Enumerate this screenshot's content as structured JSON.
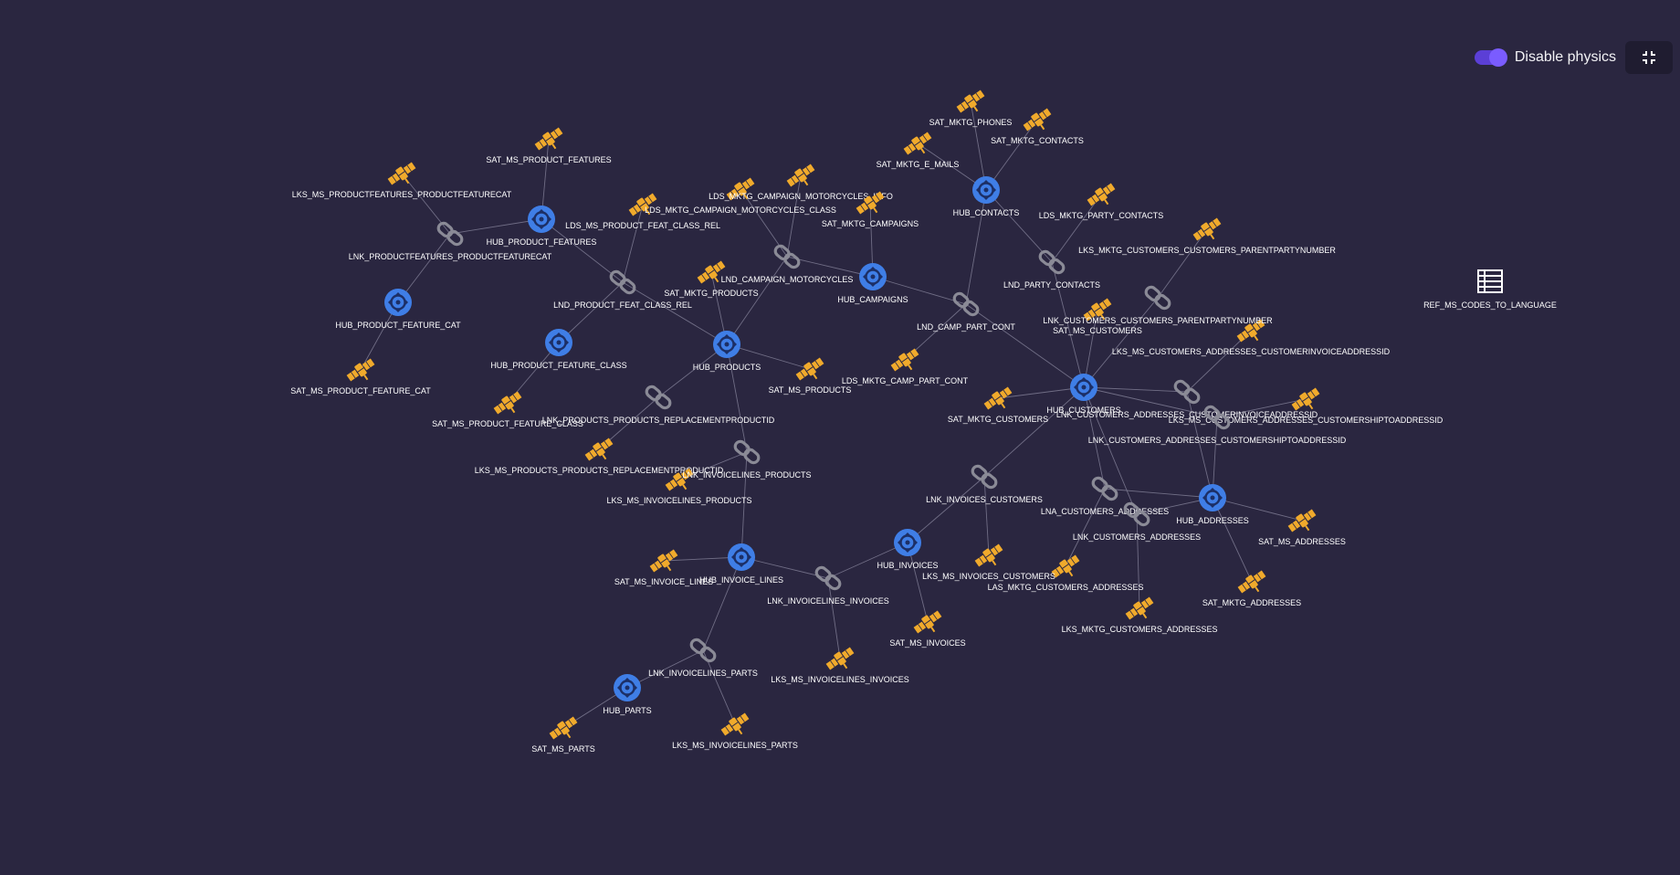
{
  "controls": {
    "physics_toggle_label": "Disable physics",
    "physics_enabled": true,
    "exit_fullscreen_icon": "compress-icon"
  },
  "colors": {
    "background": "#2a2640",
    "hub": "#3f7ee6",
    "satellite": "#f0aa2c",
    "link": "#8a8a96",
    "edge": "#7c7a92",
    "toggle": "#7a5cff"
  },
  "node_icons": {
    "hub": "hub-icon",
    "sat": "satellite-icon",
    "link": "link-chain-icon",
    "ref": "reference-table-icon"
  },
  "nodes": [
    {
      "id": "HUB_PRODUCT_FEATURES",
      "type": "hub"
    },
    {
      "id": "HUB_PRODUCT_FEATURE_CAT",
      "type": "hub"
    },
    {
      "id": "HUB_PRODUCT_FEATURE_CLASS",
      "type": "hub"
    },
    {
      "id": "HUB_PRODUCTS",
      "type": "hub"
    },
    {
      "id": "HUB_CAMPAIGNS",
      "type": "hub"
    },
    {
      "id": "HUB_CONTACTS",
      "type": "hub"
    },
    {
      "id": "HUB_CUSTOMERS",
      "type": "hub"
    },
    {
      "id": "HUB_ADDRESSES",
      "type": "hub"
    },
    {
      "id": "HUB_INVOICES",
      "type": "hub"
    },
    {
      "id": "HUB_INVOICE_LINES",
      "type": "hub"
    },
    {
      "id": "HUB_PARTS",
      "type": "hub"
    },
    {
      "id": "SAT_MS_PRODUCT_FEATURES",
      "type": "sat"
    },
    {
      "id": "LKS_MS_PRODUCTFEATURES_PRODUCTFEATURECAT",
      "type": "sat"
    },
    {
      "id": "SAT_MS_PRODUCT_FEATURE_CAT",
      "type": "sat"
    },
    {
      "id": "SAT_MS_PRODUCT_FEATURE_CLASS",
      "type": "sat"
    },
    {
      "id": "LDS_MS_PRODUCT_FEAT_CLASS_REL",
      "type": "sat"
    },
    {
      "id": "LDS_MKTG_CAMPAIGN_MOTORCYCLES_CLASS",
      "type": "sat"
    },
    {
      "id": "LDS_MKTG_CAMPAIGN_MOTORCYCLES_INFO",
      "type": "sat"
    },
    {
      "id": "SAT_MKTG_CAMPAIGNS",
      "type": "sat"
    },
    {
      "id": "SAT_MKTG_PRODUCTS",
      "type": "sat"
    },
    {
      "id": "SAT_MS_PRODUCTS",
      "type": "sat"
    },
    {
      "id": "LKS_MS_PRODUCTS_PRODUCTS_REPLACEMENTPRODUCTID",
      "type": "sat"
    },
    {
      "id": "LKS_MS_INVOICELINES_PRODUCTS",
      "type": "sat"
    },
    {
      "id": "SAT_MKTG_PHONES",
      "type": "sat"
    },
    {
      "id": "SAT_MKTG_CONTACTS",
      "type": "sat"
    },
    {
      "id": "SAT_MKTG_E_MAILS",
      "type": "sat"
    },
    {
      "id": "LDS_MKTG_PARTY_CONTACTS",
      "type": "sat"
    },
    {
      "id": "LKS_MKTG_CUSTOMERS_CUSTOMERS_PARENTPARTYNUMBER",
      "type": "sat"
    },
    {
      "id": "SAT_MS_CUSTOMERS",
      "type": "sat"
    },
    {
      "id": "LKS_MS_CUSTOMERS_ADDRESSES_CUSTOMERINVOICEADDRESSID",
      "type": "sat"
    },
    {
      "id": "LKS_MS_CUSTOMERS_ADDRESSES_CUSTOMERSHIPTOADDRESSID",
      "type": "sat"
    },
    {
      "id": "LDS_MKTG_CAMP_PART_CONT",
      "type": "sat"
    },
    {
      "id": "SAT_MKTG_CUSTOMERS",
      "type": "sat"
    },
    {
      "id": "SAT_MS_ADDRESSES",
      "type": "sat"
    },
    {
      "id": "SAT_MKTG_ADDRESSES",
      "type": "sat"
    },
    {
      "id": "LKS_MKTG_CUSTOMERS_ADDRESSES",
      "type": "sat"
    },
    {
      "id": "LAS_MKTG_CUSTOMERS_ADDRESSES",
      "type": "sat"
    },
    {
      "id": "LKS_MS_INVOICES_CUSTOMERS",
      "type": "sat"
    },
    {
      "id": "SAT_MS_INVOICES",
      "type": "sat"
    },
    {
      "id": "LKS_MS_INVOICELINES_INVOICES",
      "type": "sat"
    },
    {
      "id": "SAT_MS_INVOICE_LINES",
      "type": "sat"
    },
    {
      "id": "SAT_MS_PARTS",
      "type": "sat"
    },
    {
      "id": "LKS_MS_INVOICELINES_PARTS",
      "type": "sat"
    },
    {
      "id": "LNK_PRODUCTFEATURES_PRODUCTFEATURECAT",
      "type": "link"
    },
    {
      "id": "LND_PRODUCT_FEAT_CLASS_REL",
      "type": "link"
    },
    {
      "id": "LND_CAMPAIGN_MOTORCYCLES",
      "type": "link"
    },
    {
      "id": "LND_CAMP_PART_CONT",
      "type": "link"
    },
    {
      "id": "LND_PARTY_CONTACTS",
      "type": "link"
    },
    {
      "id": "LNK_CUSTOMERS_CUSTOMERS_PARENTPARTYNUMBER",
      "type": "link"
    },
    {
      "id": "LNK_PRODUCTS_PRODUCTS_REPLACEMENTPRODUCTID",
      "type": "link"
    },
    {
      "id": "LNK_INVOICELINES_PRODUCTS",
      "type": "link"
    },
    {
      "id": "LNK_CUSTOMERS_ADDRESSES_CUSTOMERINVOICEADDRESSID",
      "type": "link"
    },
    {
      "id": "LNK_CUSTOMERS_ADDRESSES_CUSTOMERSHIPTOADDRESSID",
      "type": "link"
    },
    {
      "id": "LNK_INVOICES_CUSTOMERS",
      "type": "link"
    },
    {
      "id": "LNA_CUSTOMERS_ADDRESSES",
      "type": "link"
    },
    {
      "id": "LNK_CUSTOMERS_ADDRESSES",
      "type": "link"
    },
    {
      "id": "LNK_INVOICELINES_INVOICES",
      "type": "link"
    },
    {
      "id": "LNK_INVOICELINES_PARTS",
      "type": "link"
    },
    {
      "id": "REF_MS_CODES_TO_LANGUAGE",
      "type": "ref"
    }
  ],
  "edges": [
    [
      "HUB_PRODUCT_FEATURES",
      "SAT_MS_PRODUCT_FEATURES"
    ],
    [
      "HUB_PRODUCT_FEATURES",
      "LNK_PRODUCTFEATURES_PRODUCTFEATURECAT"
    ],
    [
      "LNK_PRODUCTFEATURES_PRODUCTFEATURECAT",
      "LKS_MS_PRODUCTFEATURES_PRODUCTFEATURECAT"
    ],
    [
      "LNK_PRODUCTFEATURES_PRODUCTFEATURECAT",
      "HUB_PRODUCT_FEATURE_CAT"
    ],
    [
      "HUB_PRODUCT_FEATURE_CAT",
      "SAT_MS_PRODUCT_FEATURE_CAT"
    ],
    [
      "HUB_PRODUCT_FEATURES",
      "LND_PRODUCT_FEAT_CLASS_REL"
    ],
    [
      "LND_PRODUCT_FEAT_CLASS_REL",
      "LDS_MS_PRODUCT_FEAT_CLASS_REL"
    ],
    [
      "LND_PRODUCT_FEAT_CLASS_REL",
      "HUB_PRODUCT_FEATURE_CLASS"
    ],
    [
      "LND_PRODUCT_FEAT_CLASS_REL",
      "HUB_PRODUCTS"
    ],
    [
      "HUB_PRODUCT_FEATURE_CLASS",
      "SAT_MS_PRODUCT_FEATURE_CLASS"
    ],
    [
      "HUB_PRODUCTS",
      "SAT_MKTG_PRODUCTS"
    ],
    [
      "HUB_PRODUCTS",
      "SAT_MS_PRODUCTS"
    ],
    [
      "HUB_PRODUCTS",
      "LND_CAMPAIGN_MOTORCYCLES"
    ],
    [
      "LND_CAMPAIGN_MOTORCYCLES",
      "LDS_MKTG_CAMPAIGN_MOTORCYCLES_CLASS"
    ],
    [
      "LND_CAMPAIGN_MOTORCYCLES",
      "LDS_MKTG_CAMPAIGN_MOTORCYCLES_INFO"
    ],
    [
      "LND_CAMPAIGN_MOTORCYCLES",
      "HUB_CAMPAIGNS"
    ],
    [
      "HUB_CAMPAIGNS",
      "SAT_MKTG_CAMPAIGNS"
    ],
    [
      "HUB_CAMPAIGNS",
      "LND_CAMP_PART_CONT"
    ],
    [
      "LND_CAMP_PART_CONT",
      "LDS_MKTG_CAMP_PART_CONT"
    ],
    [
      "LND_CAMP_PART_CONT",
      "HUB_CONTACTS"
    ],
    [
      "LND_CAMP_PART_CONT",
      "HUB_CUSTOMERS"
    ],
    [
      "HUB_CONTACTS",
      "SAT_MKTG_PHONES"
    ],
    [
      "HUB_CONTACTS",
      "SAT_MKTG_CONTACTS"
    ],
    [
      "HUB_CONTACTS",
      "SAT_MKTG_E_MAILS"
    ],
    [
      "HUB_CONTACTS",
      "LND_PARTY_CONTACTS"
    ],
    [
      "LND_PARTY_CONTACTS",
      "LDS_MKTG_PARTY_CONTACTS"
    ],
    [
      "LND_PARTY_CONTACTS",
      "HUB_CUSTOMERS"
    ],
    [
      "HUB_PRODUCTS",
      "LNK_PRODUCTS_PRODUCTS_REPLACEMENTPRODUCTID"
    ],
    [
      "LNK_PRODUCTS_PRODUCTS_REPLACEMENTPRODUCTID",
      "LKS_MS_PRODUCTS_PRODUCTS_REPLACEMENTPRODUCTID"
    ],
    [
      "HUB_PRODUCTS",
      "LNK_INVOICELINES_PRODUCTS"
    ],
    [
      "LNK_INVOICELINES_PRODUCTS",
      "LKS_MS_INVOICELINES_PRODUCTS"
    ],
    [
      "LNK_INVOICELINES_PRODUCTS",
      "HUB_INVOICE_LINES"
    ],
    [
      "HUB_CUSTOMERS",
      "SAT_MS_CUSTOMERS"
    ],
    [
      "HUB_CUSTOMERS",
      "SAT_MKTG_CUSTOMERS"
    ],
    [
      "HUB_CUSTOMERS",
      "LNK_CUSTOMERS_CUSTOMERS_PARENTPARTYNUMBER"
    ],
    [
      "LNK_CUSTOMERS_CUSTOMERS_PARENTPARTYNUMBER",
      "LKS_MKTG_CUSTOMERS_CUSTOMERS_PARENTPARTYNUMBER"
    ],
    [
      "HUB_CUSTOMERS",
      "LNK_CUSTOMERS_ADDRESSES_CUSTOMERINVOICEADDRESSID"
    ],
    [
      "LNK_CUSTOMERS_ADDRESSES_CUSTOMERINVOICEADDRESSID",
      "LKS_MS_CUSTOMERS_ADDRESSES_CUSTOMERINVOICEADDRESSID"
    ],
    [
      "LNK_CUSTOMERS_ADDRESSES_CUSTOMERINVOICEADDRESSID",
      "HUB_ADDRESSES"
    ],
    [
      "HUB_CUSTOMERS",
      "LNK_CUSTOMERS_ADDRESSES_CUSTOMERSHIPTOADDRESSID"
    ],
    [
      "LNK_CUSTOMERS_ADDRESSES_CUSTOMERSHIPTOADDRESSID",
      "LKS_MS_CUSTOMERS_ADDRESSES_CUSTOMERSHIPTOADDRESSID"
    ],
    [
      "LNK_CUSTOMERS_ADDRESSES_CUSTOMERSHIPTOADDRESSID",
      "HUB_ADDRESSES"
    ],
    [
      "HUB_CUSTOMERS",
      "LNK_INVOICES_CUSTOMERS"
    ],
    [
      "LNK_INVOICES_CUSTOMERS",
      "HUB_INVOICES"
    ],
    [
      "LNK_INVOICES_CUSTOMERS",
      "LKS_MS_INVOICES_CUSTOMERS"
    ],
    [
      "HUB_CUSTOMERS",
      "LNA_CUSTOMERS_ADDRESSES"
    ],
    [
      "LNA_CUSTOMERS_ADDRESSES",
      "LAS_MKTG_CUSTOMERS_ADDRESSES"
    ],
    [
      "LNA_CUSTOMERS_ADDRESSES",
      "HUB_ADDRESSES"
    ],
    [
      "HUB_CUSTOMERS",
      "LNK_CUSTOMERS_ADDRESSES"
    ],
    [
      "LNK_CUSTOMERS_ADDRESSES",
      "LKS_MKTG_CUSTOMERS_ADDRESSES"
    ],
    [
      "LNK_CUSTOMERS_ADDRESSES",
      "HUB_ADDRESSES"
    ],
    [
      "HUB_ADDRESSES",
      "SAT_MS_ADDRESSES"
    ],
    [
      "HUB_ADDRESSES",
      "SAT_MKTG_ADDRESSES"
    ],
    [
      "HUB_INVOICES",
      "SAT_MS_INVOICES"
    ],
    [
      "HUB_INVOICES",
      "LNK_INVOICELINES_INVOICES"
    ],
    [
      "LNK_INVOICELINES_INVOICES",
      "LKS_MS_INVOICELINES_INVOICES"
    ],
    [
      "LNK_INVOICELINES_INVOICES",
      "HUB_INVOICE_LINES"
    ],
    [
      "HUB_INVOICE_LINES",
      "SAT_MS_INVOICE_LINES"
    ],
    [
      "HUB_INVOICE_LINES",
      "LNK_INVOICELINES_PARTS"
    ],
    [
      "LNK_INVOICELINES_PARTS",
      "LKS_MS_INVOICELINES_PARTS"
    ],
    [
      "LNK_INVOICELINES_PARTS",
      "HUB_PARTS"
    ],
    [
      "HUB_PARTS",
      "SAT_MS_PARTS"
    ]
  ]
}
